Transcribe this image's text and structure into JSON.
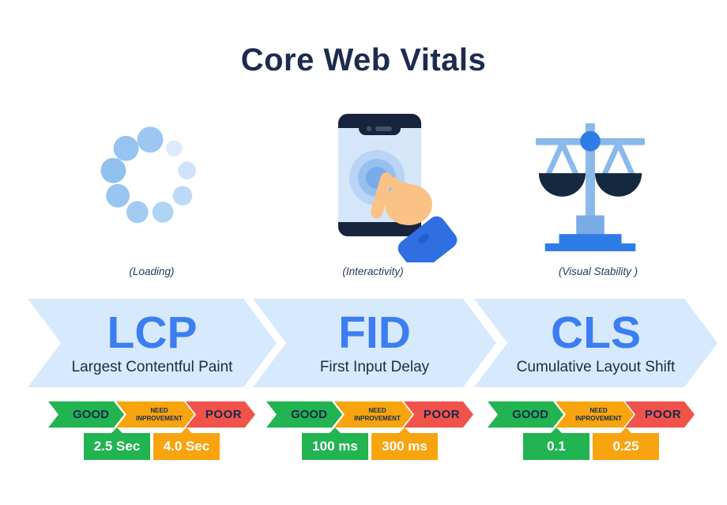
{
  "title": "Core Web Vitals",
  "colors": {
    "navy": "#1c2b4e",
    "band_blue": "#d7e9fc",
    "metric_blue": "#3c7ef2",
    "good_green": "#21b450",
    "warn_orange": "#f8a40f",
    "poor_red": "#f1534b",
    "strip_text": "#14294a"
  },
  "scale_labels": {
    "good": "GOOD",
    "need_line1": "NEED",
    "need_line2": "INPROVEMENT",
    "poor": "POOR"
  },
  "metrics": [
    {
      "abbr": "LCP",
      "name": "Largest Contentful Paint",
      "caption": "(Loading)",
      "icon": "loading-spinner",
      "threshold_good": "2.5 Sec",
      "threshold_poor": "4.0 Sec"
    },
    {
      "abbr": "FID",
      "name": "First Input Delay",
      "caption": "(Interactivity)",
      "icon": "phone-touch",
      "threshold_good": "100 ms",
      "threshold_poor": "300 ms"
    },
    {
      "abbr": "CLS",
      "name": "Cumulative Layout Shift",
      "caption": "(Visual Stability )",
      "icon": "balance-scale",
      "threshold_good": "0.1",
      "threshold_poor": "0.25"
    }
  ]
}
